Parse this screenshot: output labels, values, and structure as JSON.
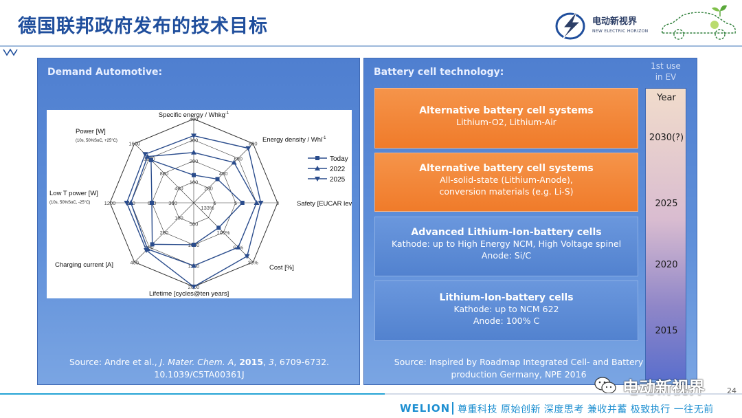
{
  "title": "德国联邦政府发布的技术目标",
  "brand": {
    "name_cn": "电动新视界",
    "name_en": "NEW ELECTRIC HORIZON"
  },
  "left_panel": {
    "heading": "Demand Automotive:",
    "source_prefix": "Source: Andre et al., ",
    "source_journal": "J. Mater. Chem. A",
    "source_year": "2015",
    "source_sep": ", ",
    "source_volume": "3",
    "source_pages": ", 6709-6732.",
    "source_doi": "10.1039/C5TA00361J"
  },
  "chart_data": {
    "type": "radar",
    "axes": [
      {
        "label": "Specific energy / Whkg",
        "sup": "-1",
        "sub": "",
        "ticks": [
          "100",
          "200",
          "300",
          "400"
        ]
      },
      {
        "label": "Energy density / Whl",
        "sup": "-1",
        "sub": "",
        "ticks": [
          "200",
          "400",
          "600",
          "800"
        ]
      },
      {
        "label": "Safety [EUCAR level]",
        "sup": "",
        "sub": "",
        "ticks": [
          "6",
          "5",
          "4",
          "3"
        ]
      },
      {
        "label": "Cost [%]",
        "sup": "",
        "sub": "",
        "ticks": [
          "100%",
          "67%",
          "33%"
        ]
      },
      {
        "label": "Lifetime [cycles@ten years]",
        "sup": "",
        "sub": "",
        "ticks": [
          "500",
          "1000",
          "1500",
          "2000"
        ]
      },
      {
        "label": "Charging current [A]",
        "sup": "",
        "sub": "",
        "ticks": [
          "100",
          "200",
          "300",
          "400"
        ]
      },
      {
        "label": "Low T power [W]",
        "sup": "",
        "sub": "(10s, 50%SoC, -25°C)",
        "ticks": [
          "300",
          "600",
          "900",
          "1200"
        ]
      },
      {
        "label": "Power [W]",
        "sup": "",
        "sub": "(10s, 50%SoC, +25°C)",
        "ticks": [
          "400",
          "800",
          "1200",
          "1600"
        ]
      }
    ],
    "center_label": "133%",
    "series": [
      {
        "name": "Today",
        "marker": "square",
        "values": [
          0.33,
          0.4,
          0.58,
          0.42,
          0.5,
          0.7,
          0.5,
          0.72
        ]
      },
      {
        "name": "2022",
        "marker": "triangle-up",
        "values": [
          0.6,
          0.68,
          0.75,
          0.75,
          0.75,
          0.78,
          0.75,
          0.78
        ]
      },
      {
        "name": "2025",
        "marker": "triangle-down",
        "values": [
          0.8,
          0.92,
          0.8,
          0.9,
          1.0,
          0.8,
          0.8,
          0.82
        ]
      }
    ],
    "legend_position": "right"
  },
  "right_panel": {
    "heading": "Battery cell technology:",
    "first_use": [
      "1st use",
      "in EV"
    ],
    "year_header": "Year",
    "years": [
      "2030(?)",
      "2025",
      "2020",
      "2015"
    ],
    "cells": [
      {
        "title": "Alternative battery cell systems",
        "lines": [
          "Lithium-O2, Lithium-Air"
        ],
        "style": "orange"
      },
      {
        "title": "Alternative battery cell systems",
        "lines": [
          "All-solid-state (Lithium-Anode),",
          "conversion materials (e.g. Li-S)"
        ],
        "style": "orange"
      },
      {
        "title": "Advanced Lithium-Ion-battery cells",
        "lines": [
          "Kathode: up to High Energy NCM, High Voltage spinel",
          "Anode: Si/C"
        ],
        "style": "blue"
      },
      {
        "title": "Lithium-Ion-battery cells",
        "lines": [
          "Kathode: up to NCM 622",
          "Anode: 100% C"
        ],
        "style": "blue"
      }
    ],
    "source_lines": [
      "Source: Inspired by Roadmap Integrated Cell- and Battery",
      "production Germany, NPE 2016"
    ]
  },
  "watermark": "电动新视界",
  "page_number": "24",
  "footer": {
    "logo": "WELION",
    "slogan": "尊重科技  原始创新  深度思考  兼收并蓄  极致执行  一往无前"
  },
  "colors": {
    "title": "#1f4e9c",
    "panel": "#5a88d6",
    "orange": "#f07b2a",
    "series": "#2a4c8c"
  }
}
